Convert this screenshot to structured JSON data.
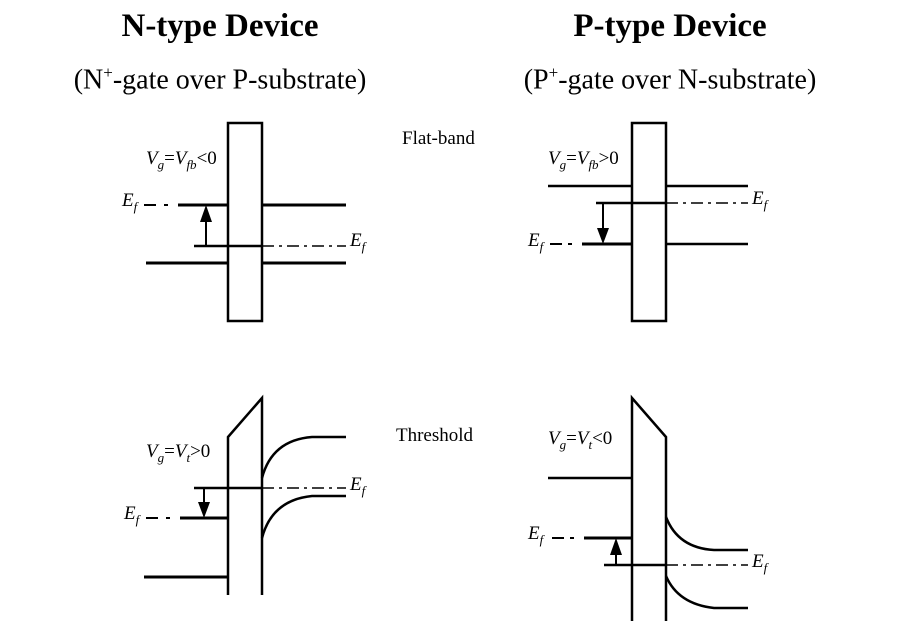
{
  "ntype": {
    "title": "N-type Device",
    "subtitle_pre": "(N",
    "subtitle_sup": "+",
    "subtitle_post": "-gate over P-substrate)"
  },
  "ptype": {
    "title": "P-type Device",
    "subtitle_pre": "(P",
    "subtitle_sup": "+",
    "subtitle_post": "-gate over N-substrate)"
  },
  "rows": {
    "flatband": "Flat-band",
    "threshold": "Threshold"
  },
  "labels": {
    "ef_main": "E",
    "ef_sub": "f",
    "n_flat_v": {
      "V": "V",
      "g": "g",
      "eq": "=",
      "V2": "V",
      "sub2": "fb",
      "rel": "<0"
    },
    "p_flat_v": {
      "V": "V",
      "g": "g",
      "eq": "=",
      "V2": "V",
      "sub2": "fb",
      "rel": ">0"
    },
    "n_thr_v": {
      "V": "V",
      "g": "g",
      "eq": "=",
      "V2": "V",
      "sub2": "t",
      "rel": ">0"
    },
    "p_thr_v": {
      "V": "V",
      "g": "g",
      "eq": "=",
      "V2": "V",
      "sub2": "t",
      "rel": "<0"
    }
  }
}
